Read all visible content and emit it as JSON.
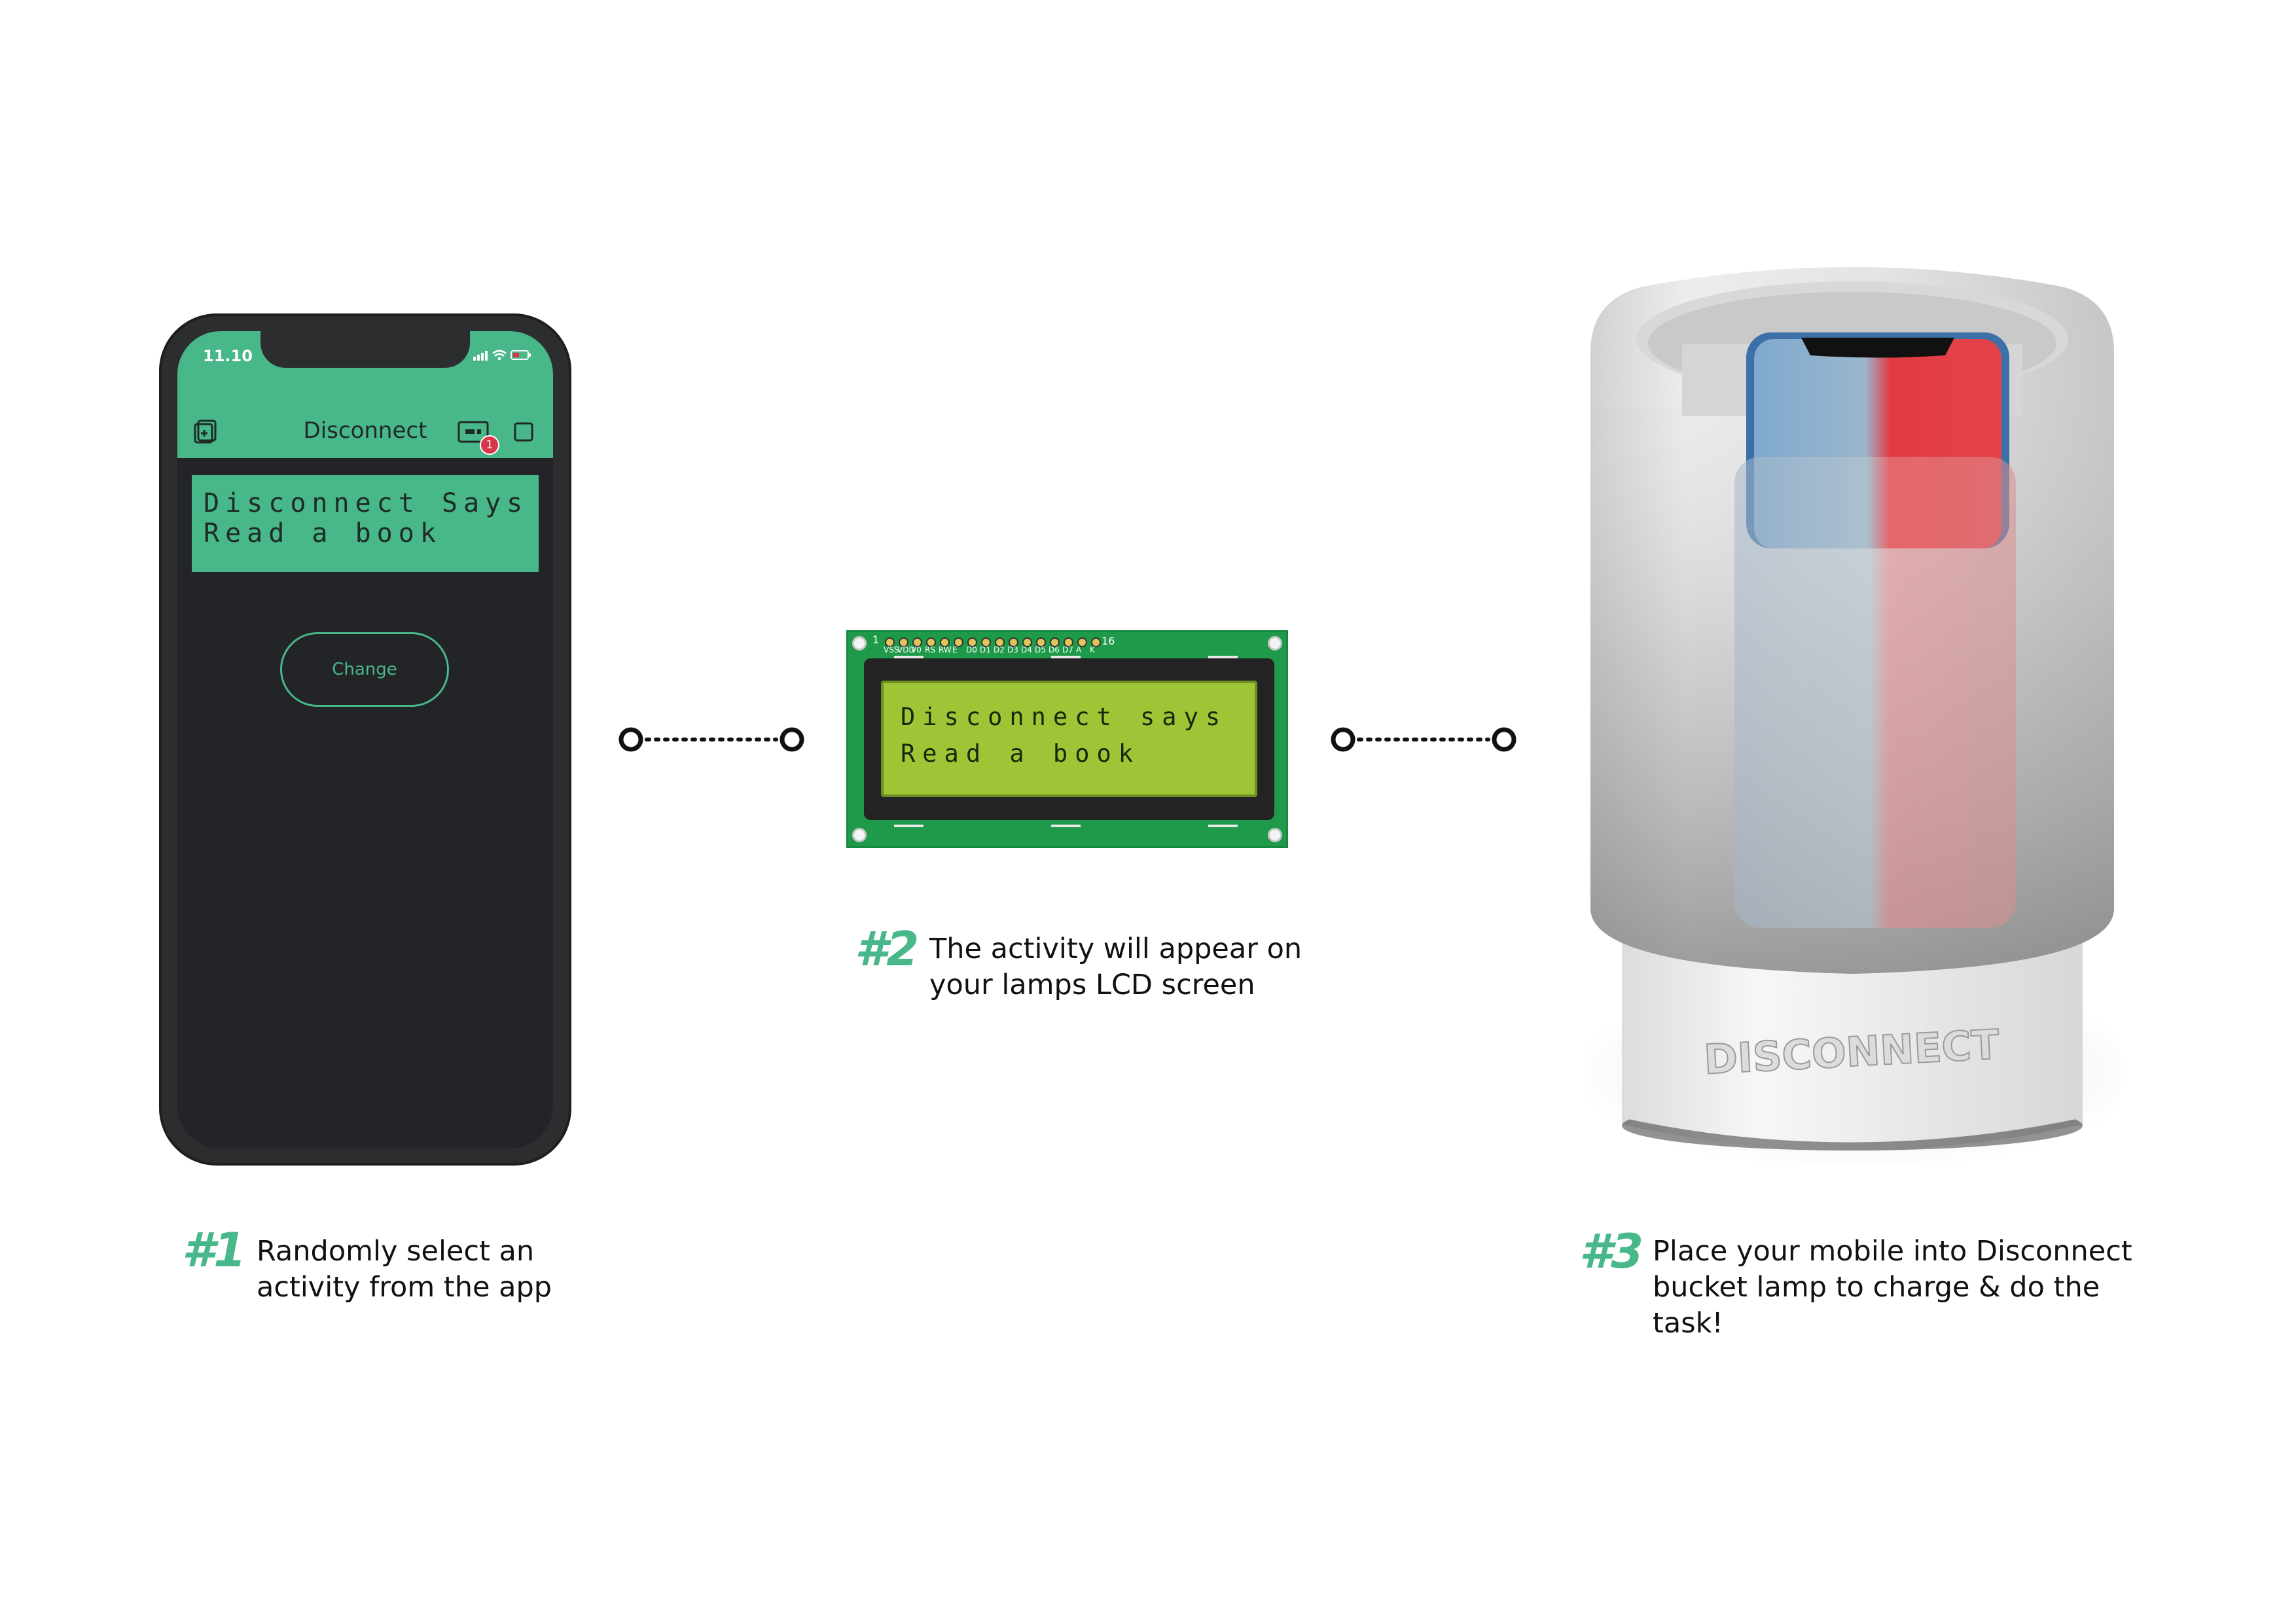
{
  "step1": {
    "number": "#1",
    "caption_line1": "Randomly select an",
    "caption_line2": "activity from the app",
    "phone": {
      "time": "11.10",
      "app_title": "Disconnect",
      "notification_count": "1",
      "lcd_line1": "Disconnect Says",
      "lcd_line2": "Read a book",
      "button_label": "Change"
    }
  },
  "step2": {
    "number": "#2",
    "caption_line1": "The activity will appear on",
    "caption_line2": "your lamps LCD screen",
    "lcd": {
      "line1": "Disconnect says",
      "line2": "Read a book",
      "pin_first": "1",
      "pin_last": "16",
      "pin_labels": [
        "VSS",
        "VDD",
        "V0",
        "RS",
        "RW",
        "E",
        "D0",
        "D1",
        "D2",
        "D3",
        "D4",
        "D5",
        "D6",
        "D7",
        "A",
        "K"
      ]
    }
  },
  "step3": {
    "number": "#3",
    "caption_line1": "Place your mobile into Disconnect",
    "caption_line2": "bucket lamp to charge & do the",
    "caption_line3": "task!",
    "lamp_brand": "DISCONNECT"
  },
  "colors": {
    "accent": "#48b789",
    "phone_body": "#2c2d2f",
    "app_background": "#222427",
    "pcb_green": "#1f9a4a",
    "lcd_green": "#9ec536"
  }
}
